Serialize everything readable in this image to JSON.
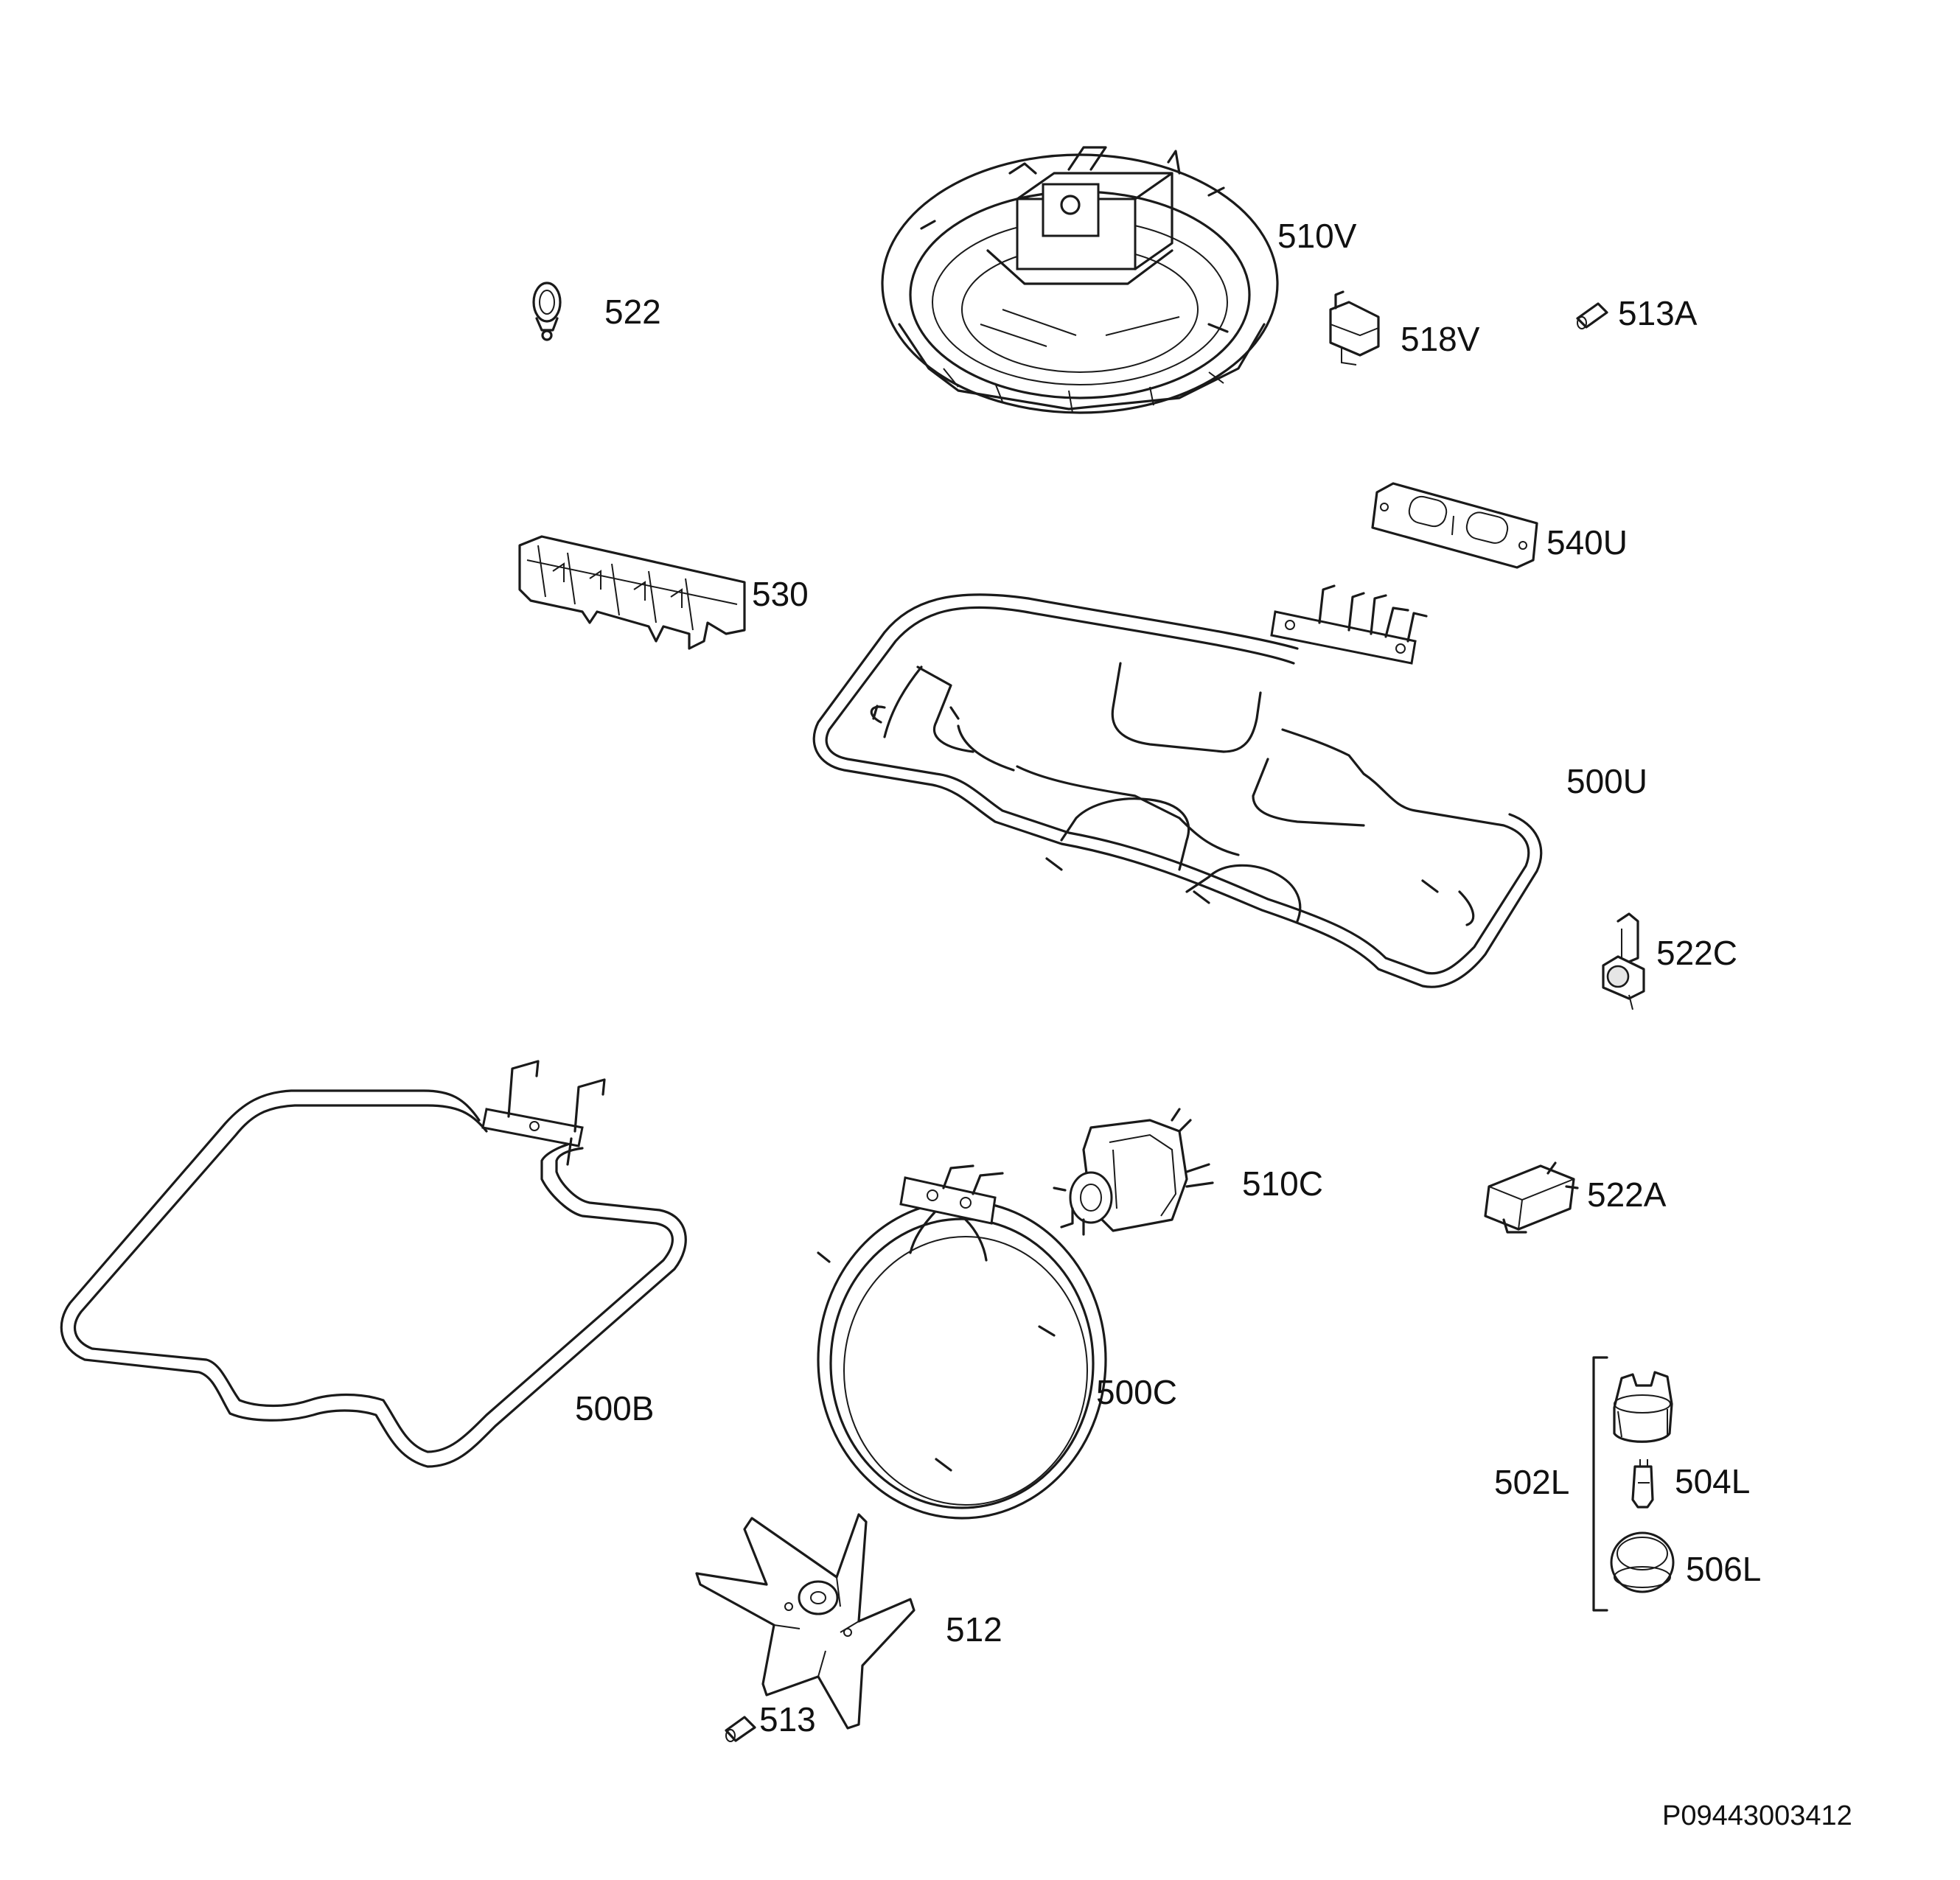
{
  "diagram_code": "P09443003412",
  "parts": {
    "p510V": "510V",
    "p522": "522",
    "p518V": "518V",
    "p513A": "513A",
    "p540U": "540U",
    "p530": "530",
    "p500U": "500U",
    "p522C": "522C",
    "p510C": "510C",
    "p522A": "522A",
    "p500B": "500B",
    "p500C": "500C",
    "p502L": "502L",
    "p504L": "504L",
    "p506L": "506L",
    "p512": "512",
    "p513": "513"
  }
}
